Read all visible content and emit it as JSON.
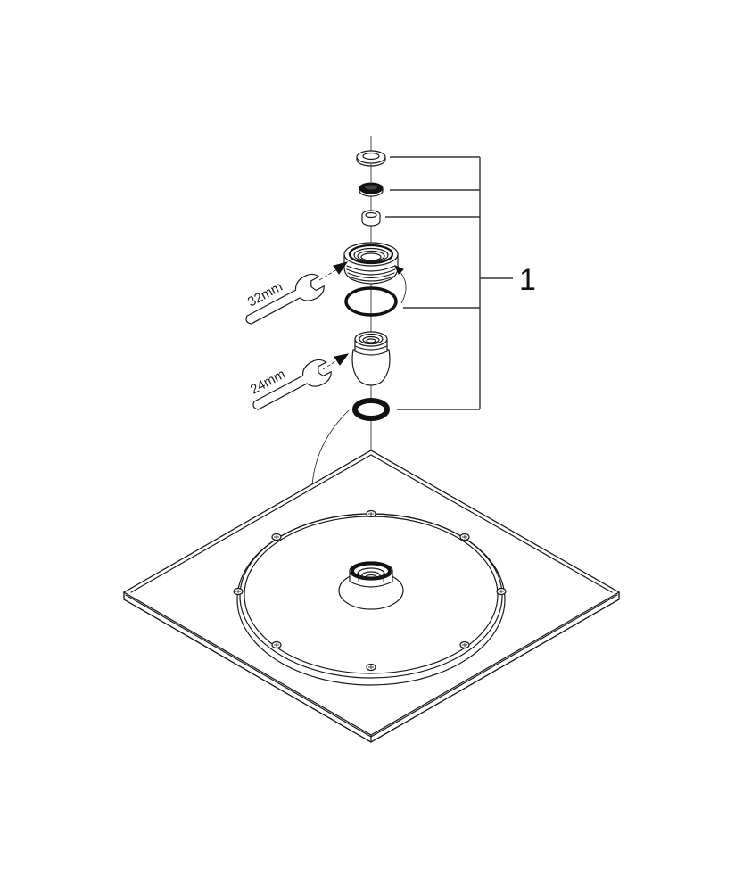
{
  "diagram": {
    "type": "exploded-assembly-view",
    "subject": "square shower head with ball joint connector",
    "callout": {
      "number": "1",
      "items_count": 5
    },
    "tools": [
      {
        "id": "wrench-32",
        "label": "32mm"
      },
      {
        "id": "wrench-24",
        "label": "24mm"
      }
    ],
    "parts": [
      {
        "id": "flat-washer",
        "description": "flat washer"
      },
      {
        "id": "filter-screen",
        "description": "filter / dark seal"
      },
      {
        "id": "flow-restrictor",
        "description": "small bushing"
      },
      {
        "id": "union-nut",
        "description": "threaded union nut (32mm)"
      },
      {
        "id": "o-ring",
        "description": "o-ring"
      },
      {
        "id": "ball-joint",
        "description": "ball joint (24mm)"
      },
      {
        "id": "seal-ring",
        "description": "black sealing ring"
      },
      {
        "id": "shower-plate",
        "description": "square shower head with round face plate and 8 screws"
      }
    ],
    "colors": {
      "line": "#1a1a1a",
      "background": "#ffffff"
    }
  }
}
